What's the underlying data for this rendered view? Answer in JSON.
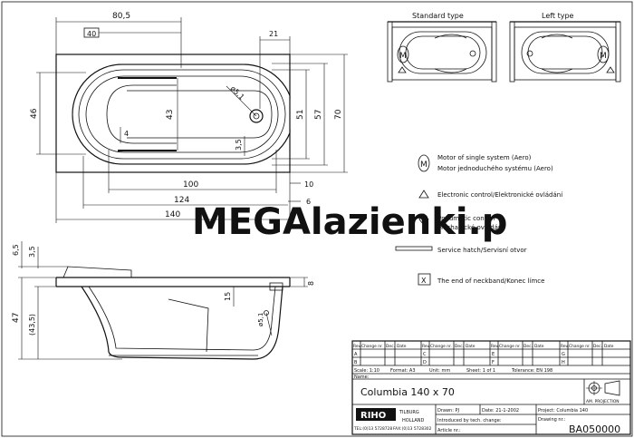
{
  "dimensions": {
    "d80_5": "80,5",
    "d40": "40",
    "d21": "21",
    "d46": "46",
    "d43": "43",
    "d51": "51",
    "d57": "57",
    "d70": "70",
    "d4": "4",
    "d3_5": "3,5",
    "d5_1": "ø5,1",
    "d100": "100",
    "d10": "10",
    "d124": "124",
    "d6": "6",
    "d140": "140",
    "s6_5": "6,5",
    "s3_5": "3,5",
    "s47": "47",
    "s43_5": "(43,5)",
    "s15": "15",
    "s5_1": "ø5,1",
    "s8": "8"
  },
  "types": {
    "standard": "Standard type",
    "left": "Left type",
    "motor_letter": "M"
  },
  "legend": {
    "motor_en": "Motor of single system (Aero)",
    "motor_cz": "Motor jednoduchého systému (Aero)",
    "electronic": "Electronic control/Elektronické ovládání",
    "pneumatic_en": "Pneumatic control",
    "pneumatic_cz": "Mechanické ovládání",
    "hatch": "Service hatch/Servisní otvor",
    "neckband": "The end of neckband/Konec límce",
    "x_mark": "X"
  },
  "watermark": "MEGAlazienki.p",
  "titleblock": {
    "rev_header": {
      "rev": "Rev.",
      "change": "Change nr.",
      "dec": "Dec.",
      "date": "Date"
    },
    "rev_letters": [
      "A",
      "B",
      "C",
      "D",
      "E",
      "F",
      "G",
      "H"
    ],
    "scale": "Scale: 1:10",
    "format": "Format: A3",
    "unit": "Unit:  mm",
    "sheet": "Sheet:  1  of  1",
    "tolerance": "Tolerance:  EN 198",
    "name_label": "Name:",
    "name": "Columbia 140 x 70",
    "projection": "AM. PROJECTION",
    "brand": "RIHO",
    "city1": "TILBURG",
    "city2": "HOLLAND",
    "tel": "TEL:(0)13 5728728",
    "fax": "FAX:(0)13 5728302",
    "drawn": "Drawn:    PJ",
    "date_drawn": "Date: 21-1-2002",
    "project": "Project:  Columbia 140",
    "introduced": "Introduced by tech. change:",
    "drawing_nr_label": "Drawing nr.:",
    "article": "Article nr.:",
    "drawing_nr": "BA050000"
  }
}
